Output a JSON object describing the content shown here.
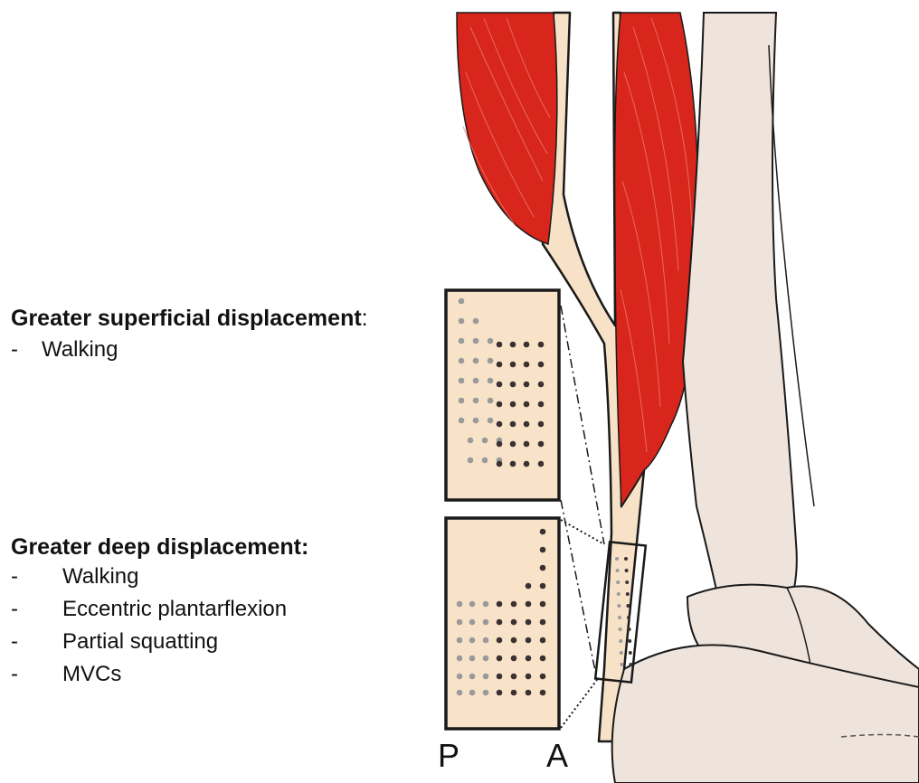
{
  "superficial": {
    "heading": "Greater superficial displacement",
    "heading_suffix": ":",
    "items": [
      "Walking"
    ]
  },
  "deep": {
    "heading": "Greater deep displacement:",
    "items": [
      "Walking",
      "Eccentric plantarflexion",
      "Partial squatting",
      "MVCs"
    ]
  },
  "axis": {
    "posterior": "P",
    "anterior": "A"
  },
  "colors": {
    "muscle": "#d8261c",
    "muscle_fiber": "#f07a6a",
    "tendon": "#f7e2c8",
    "bone": "#efe4dc",
    "inset_bg": "#f9e3c8",
    "dot_light": "#9a9a9a",
    "dot_dark": "#3b3131",
    "outline": "#1a1a1a"
  },
  "icons": {
    "list_marker": "dash"
  }
}
